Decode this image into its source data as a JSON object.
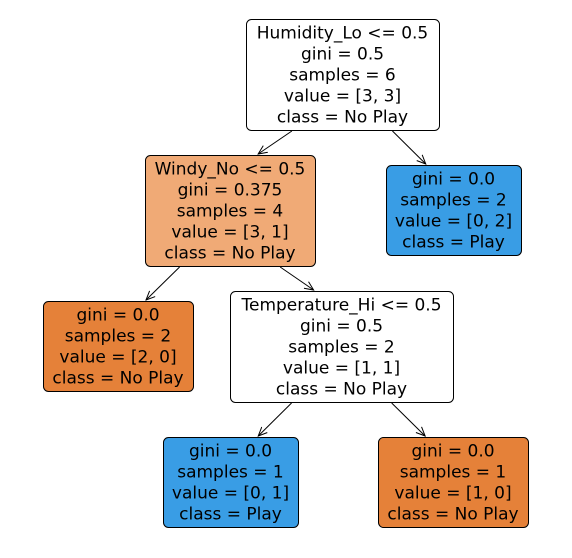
{
  "colors": {
    "white": "#ffffff",
    "orange_light": "#f0aa76",
    "orange": "#e58139",
    "blue": "#399de5"
  },
  "nodes": [
    {
      "id": "root",
      "lines": [
        "Humidity_Lo <= 0.5",
        "gini = 0.5",
        "samples = 6",
        "value = [3, 3]",
        "class = No Play"
      ],
      "fill": "white"
    },
    {
      "id": "windy",
      "lines": [
        "Windy_No <= 0.5",
        "gini = 0.375",
        "samples = 4",
        "value = [3, 1]",
        "class = No Play"
      ],
      "fill": "orange_light"
    },
    {
      "id": "leaf-right-top",
      "lines": [
        "gini = 0.0",
        "samples = 2",
        "value = [0, 2]",
        "class = Play"
      ],
      "fill": "blue"
    },
    {
      "id": "leaf-left-mid",
      "lines": [
        "gini = 0.0",
        "samples = 2",
        "value = [2, 0]",
        "class = No Play"
      ],
      "fill": "orange"
    },
    {
      "id": "temperature",
      "lines": [
        "Temperature_Hi <= 0.5",
        "gini = 0.5",
        "samples = 2",
        "value = [1, 1]",
        "class = No Play"
      ],
      "fill": "white"
    },
    {
      "id": "leaf-bottom-left",
      "lines": [
        "gini = 0.0",
        "samples = 1",
        "value = [0, 1]",
        "class = Play"
      ],
      "fill": "blue"
    },
    {
      "id": "leaf-bottom-right",
      "lines": [
        "gini = 0.0",
        "samples = 1",
        "value = [1, 0]",
        "class = No Play"
      ],
      "fill": "orange"
    }
  ],
  "edges": [
    {
      "from": "root",
      "to": "windy"
    },
    {
      "from": "root",
      "to": "leaf-right-top"
    },
    {
      "from": "windy",
      "to": "leaf-left-mid"
    },
    {
      "from": "windy",
      "to": "temperature"
    },
    {
      "from": "temperature",
      "to": "leaf-bottom-left"
    },
    {
      "from": "temperature",
      "to": "leaf-bottom-right"
    }
  ]
}
